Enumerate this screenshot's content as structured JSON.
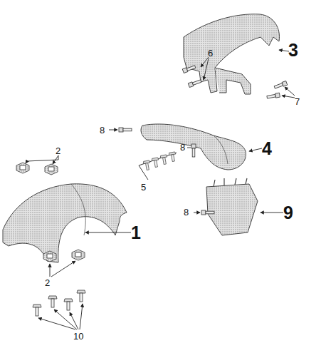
{
  "diagram": {
    "labels": [
      "6",
      "3",
      "7",
      "8",
      "2",
      "8",
      "4",
      "5",
      "8",
      "9",
      "1",
      "2",
      "10"
    ]
  }
}
